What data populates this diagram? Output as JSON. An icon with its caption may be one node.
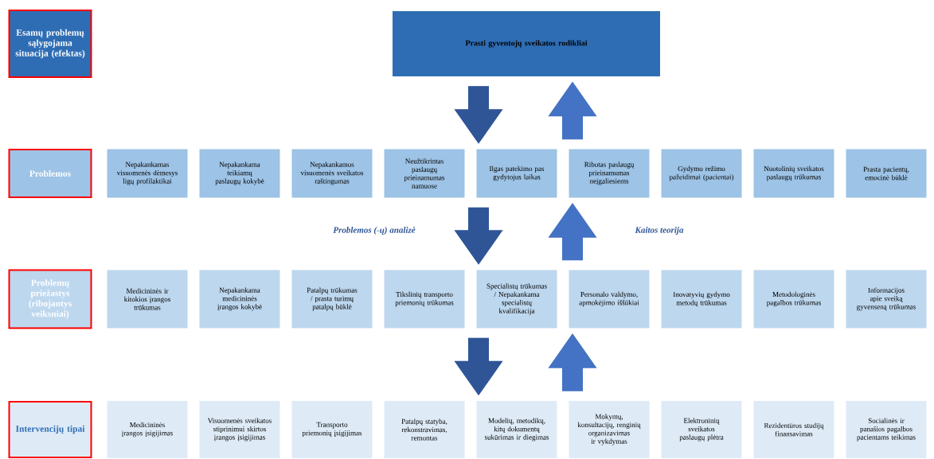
{
  "diagram": {
    "nodes": [
      {
        "text": [
          "Esamų problemų sąlygojama situacija (efektas)"
        ]
      },
      {
        "text": [
          "Prasti gyventojų sveikatos rodikliai"
        ]
      },
      {
        "text": [
          "Problemos"
        ]
      },
      {
        "text": [
          "Nepakankamas visuomenės dėmesys ligų profilaktikai"
        ]
      },
      {
        "text": [
          "Nepakankama teikiamų paslaugų kokybė"
        ]
      },
      {
        "text": [
          "Nepakankamos visuomenės sveikatos raštingumas"
        ]
      },
      {
        "text": [
          "Neužtikrintas paslaugų prieinamumas namuose"
        ]
      },
      {
        "text": [
          "Ilgas patekimo pas gydytojus laikas"
        ]
      },
      {
        "text": [
          "Ribotas paslaugų prieinamumas neįgaliesiems"
        ]
      },
      {
        "text": [
          "Gydymo režimo pažeidimai (pacientai)"
        ]
      },
      {
        "text": [
          "Nuotolinių sveikatos paslaugų trūkumas"
        ]
      },
      {
        "text": [
          "Prasta pacientų, emocinė būklė"
        ]
      },
      {
        "text": [
          "Problemų priežastys (ribojantys veiksniai)"
        ]
      },
      {
        "text": [
          "Medicininės ir kitokios įrangos trūkumas"
        ]
      },
      {
        "text": [
          "Nepakankama medicininės įrangos kokybė"
        ]
      },
      {
        "text": [
          "Patalpų trūkumas / prasta turimų patalpų būklė"
        ]
      },
      {
        "text": [
          "Tikslinių transporto priemonių trūkumas"
        ]
      },
      {
        "text": [
          "Specialistų trūkumas / Nepakankama specialistų kvalifikacija"
        ]
      },
      {
        "text": [
          "Personalo valdymo, apmokėjimo iššūkiai"
        ]
      },
      {
        "text": [
          "Inovatyvių gydymo metodų trūkumas"
        ]
      },
      {
        "text": [
          "Metodologinės pagalbos trūkumas"
        ]
      },
      {
        "text": [
          "Informacijos apie sveiką gyvenseną trūkumas"
        ]
      },
      {
        "text": [
          "Intervencijų tipai"
        ]
      },
      {
        "text": [
          "Medicininės įrangos įsigijimas"
        ]
      },
      {
        "text": [
          "Visuomenės sveikatos stiprinimui skirtos įrangos įsigijimas"
        ]
      },
      {
        "text": [
          "Transporto priemonių įsigijimas"
        ]
      },
      {
        "text": [
          "Patalpų statyba, rekonstravimas, remontas"
        ]
      },
      {
        "text": [
          "Modelių, metodikų, kitų dokumentų sukūrimas ir diegimas"
        ]
      },
      {
        "text": [
          "Mokymų, konsultacijų, renginių organizavimas ir vykdymas"
        ]
      },
      {
        "text": [
          "Elektroninių sveikatos paslaugų plėtra"
        ]
      },
      {
        "text": [
          "Rezidentūros studijų finansavimas"
        ]
      },
      {
        "text": [
          "Socialinės ir panašios pagalbos pacientams teikimas"
        ]
      }
    ],
    "edges": [
      {
        "from": 1,
        "to": 7,
        "arrow": "to"
      },
      {
        "from": 8,
        "to": 1,
        "arrow": "to",
        "color": "#4472c4"
      },
      {
        "from": 7,
        "to": 17,
        "arrow": "to"
      },
      {
        "from": 18,
        "to": 8,
        "arrow": "to",
        "color": "#4472c4"
      },
      {
        "from": 17,
        "to": 27,
        "arrow": "to"
      },
      {
        "from": 28,
        "to": 18,
        "arrow": "to",
        "color": "#4472c4"
      }
    ],
    "labels": [
      "Problemos (-ų) analizė",
      "Kaitos teorija"
    ]
  }
}
